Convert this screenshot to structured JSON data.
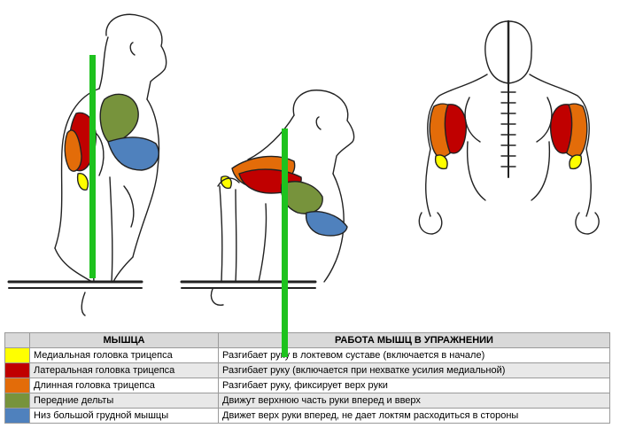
{
  "colors": {
    "medial": "#ffff00",
    "lateral": "#c00000",
    "long": "#e36c09",
    "deltoid": "#77933c",
    "pec": "#4f81bd",
    "guide": "#1ec21e"
  },
  "table": {
    "headers": [
      "",
      "МЫШЦА",
      "РАБОТА МЫШЦ В УПРАЖНЕНИИ"
    ],
    "rows": [
      {
        "color": "#ffff00",
        "muscle": "Медиальная головка трицепса",
        "work": "Разгибает руку в локтевом суставе (включается в начале)"
      },
      {
        "color": "#c00000",
        "muscle": "Латеральная головка трицепса",
        "work": "Разгибает руку (включается при нехватке усилия медиальной)"
      },
      {
        "color": "#e36c09",
        "muscle": "Длинная головка трицепса",
        "work": "Разгибает руку, фиксирует верх руки"
      },
      {
        "color": "#77933c",
        "muscle": "Передние дельты",
        "work": "Движут верхнюю часть руки вперед и вверх"
      },
      {
        "color": "#4f81bd",
        "muscle": "Низ большой грудной мышцы",
        "work": "Движет верх руки вперед, не дает локтям расходиться в стороны"
      }
    ]
  }
}
